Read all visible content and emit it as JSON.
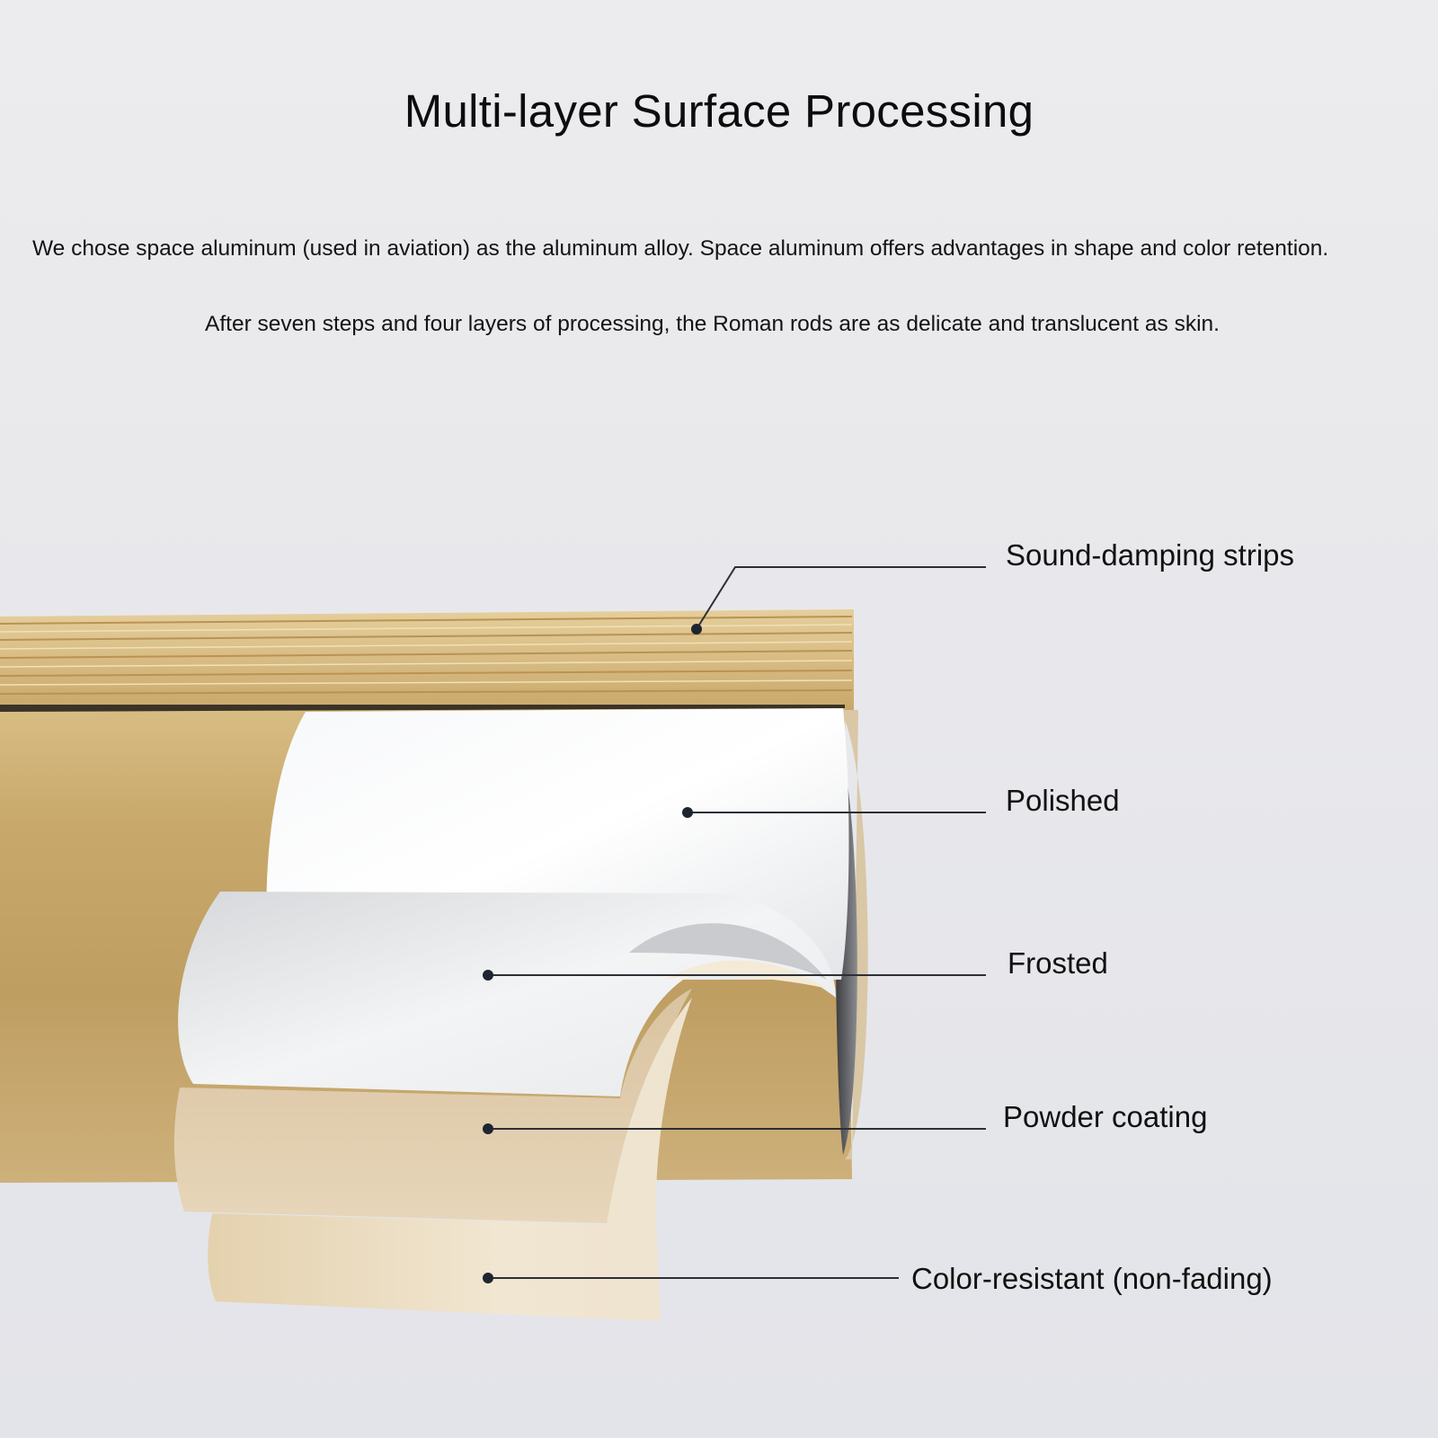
{
  "title": "Multi-layer Surface Processing",
  "description": [
    "We chose space aluminum (used in aviation) as the aluminum alloy. Space aluminum offers advantages in shape and color retention.",
    "After seven steps and four layers of processing, the Roman rods are as delicate and translucent as skin."
  ],
  "layers": [
    {
      "label": "Sound-damping strips"
    },
    {
      "label": "Polished"
    },
    {
      "label": "Frosted"
    },
    {
      "label": "Powder coating"
    },
    {
      "label": "Color-resistant (non-fading)"
    }
  ],
  "colors": {
    "gold": "#c8a86e",
    "gold_light": "#e4cfa4",
    "silver": "#e9ebee",
    "leader_line": "#2b2f36",
    "dot": "#1e2530"
  }
}
